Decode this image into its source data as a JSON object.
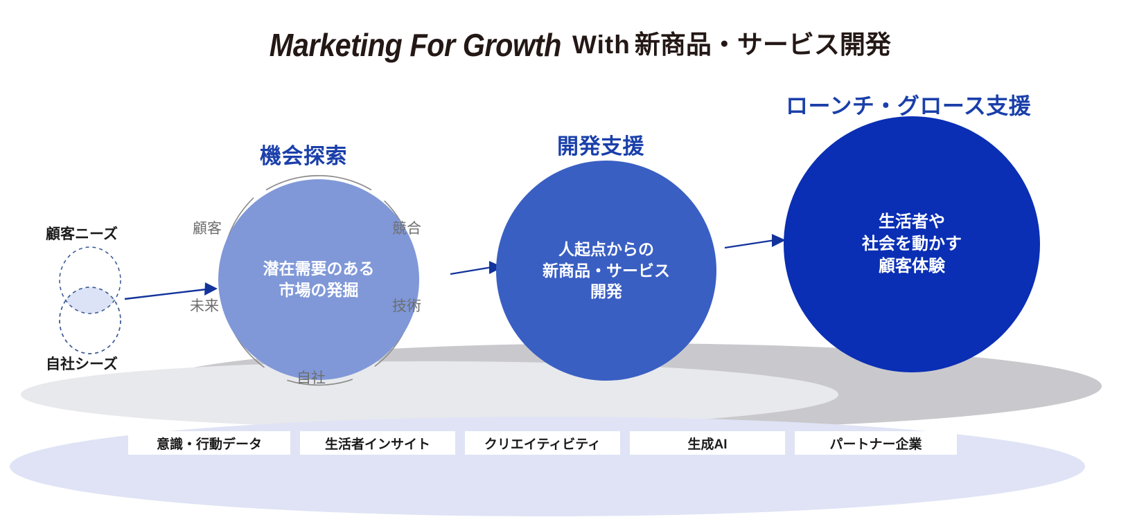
{
  "title": {
    "english": "Marketing For Growth",
    "with": "With",
    "japanese": "新商品・サービス開発"
  },
  "colors": {
    "accent_heading": "#1a3faa",
    "circle_1_fill": "#8098d8",
    "circle_2_fill": "#3a5fc3",
    "circle_3_fill": "#0a2fb4",
    "arrow": "#12339b",
    "ring_stroke": "#6e6e6e",
    "platform_gray_dark": "#c9c9cd",
    "platform_gray_light": "#e6e7ea",
    "tag_band": "#dfe3f5",
    "text_dark": "#231815"
  },
  "venn": {
    "needs_label": "顧客ニーズ",
    "seeds_label": "自社シーズ",
    "intersection_fill": "#dce3f7",
    "stroke": "#3f5c96"
  },
  "stages": [
    {
      "heading": "機会探索",
      "body": "潜在需要のある\n市場の発掘",
      "body_lines": [
        "潜在需要のある",
        "市場の発掘"
      ],
      "ring_words": [
        "顧客",
        "競合",
        "技術",
        "自社",
        "未来"
      ]
    },
    {
      "heading": "開発支援",
      "body_lines": [
        "人起点からの",
        "新商品・サービス",
        "開発"
      ]
    },
    {
      "heading": "ローンチ・グロース支援",
      "body_lines": [
        "生活者や",
        "社会を動かす",
        "顧客体験"
      ]
    }
  ],
  "capabilities": [
    "意識・行動データ",
    "生活者インサイト",
    "クリエイティビティ",
    "生成AI",
    "パートナー企業"
  ]
}
